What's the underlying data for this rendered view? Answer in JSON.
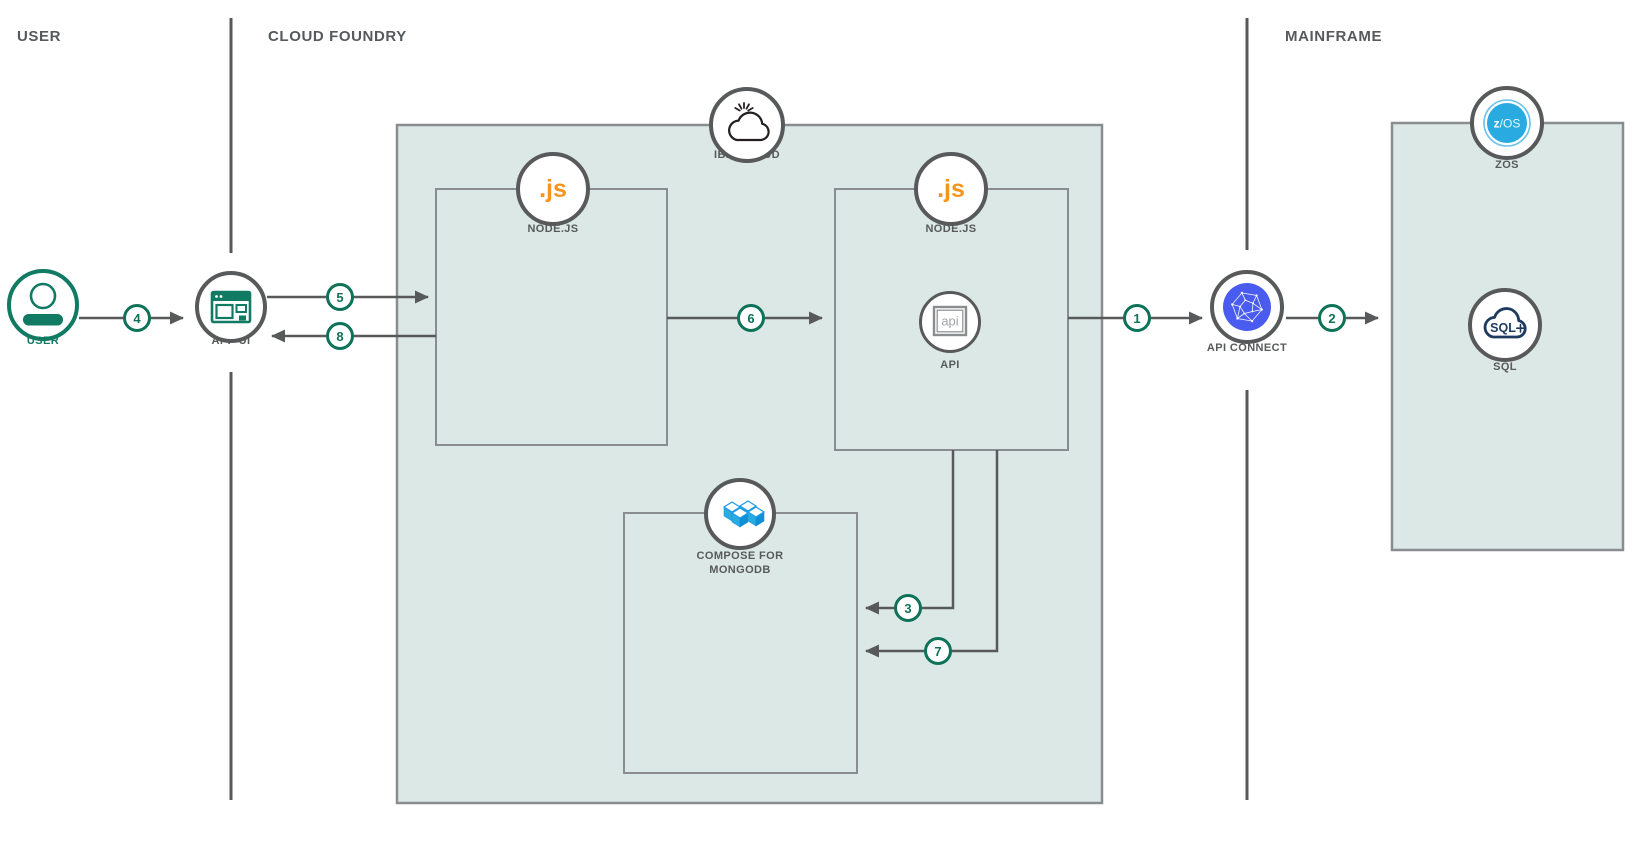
{
  "sections": {
    "user": "USER",
    "cloud_foundry": "CLOUD FOUNDRY",
    "mainframe": "MAINFRAME"
  },
  "nodes": {
    "user": {
      "label": "USER"
    },
    "app_ui": {
      "label": "APP UI"
    },
    "ibm_cloud": {
      "label": "IBM CLOUD"
    },
    "nodejs_left": {
      "label": "NODE.JS",
      "icon_text": ".js"
    },
    "nodejs_right": {
      "label": "NODE.JS",
      "icon_text": ".js"
    },
    "api": {
      "label": "API",
      "icon_text": "api"
    },
    "compose_mongodb": {
      "label_line1": "COMPOSE FOR",
      "label_line2": "MONGODB"
    },
    "api_connect": {
      "label": "API CONNECT"
    },
    "zos": {
      "label": "ZOS",
      "icon_text_bold": "z",
      "icon_text_rest": "/OS"
    },
    "sql": {
      "label": "SQL",
      "icon_text": "SQL"
    }
  },
  "steps": [
    "1",
    "2",
    "3",
    "4",
    "5",
    "6",
    "7",
    "8"
  ],
  "colors": {
    "accent_green": "#0e7259",
    "line_gray": "#58595b",
    "box_border_gray": "#8a8d8f",
    "panel_fill_teal": "#dce8e6",
    "nodejs_orange": "#f7941e",
    "api_connect_blue": "#4a5cf0",
    "zos_blue": "#29abe2",
    "mongodb_blue": "#1b9ce5",
    "sql_navy": "#1d3a5f"
  }
}
